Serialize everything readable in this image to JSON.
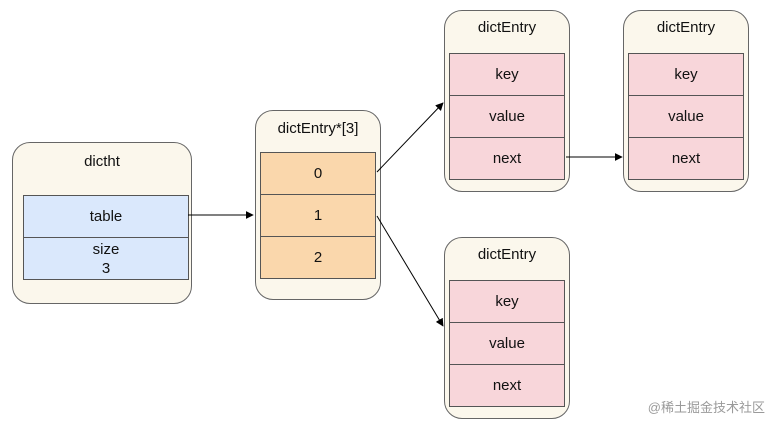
{
  "dictht": {
    "title": "dictht",
    "table_label": "table",
    "size_label": "size",
    "size_value": "3"
  },
  "bucket_array": {
    "title": "dictEntry*[3]",
    "slots": [
      "0",
      "1",
      "2"
    ]
  },
  "entries": [
    {
      "title": "dictEntry",
      "fields": [
        "key",
        "value",
        "next"
      ]
    },
    {
      "title": "dictEntry",
      "fields": [
        "key",
        "value",
        "next"
      ]
    },
    {
      "title": "dictEntry",
      "fields": [
        "key",
        "value",
        "next"
      ]
    }
  ],
  "watermark": "@稀土掘金技术社区"
}
